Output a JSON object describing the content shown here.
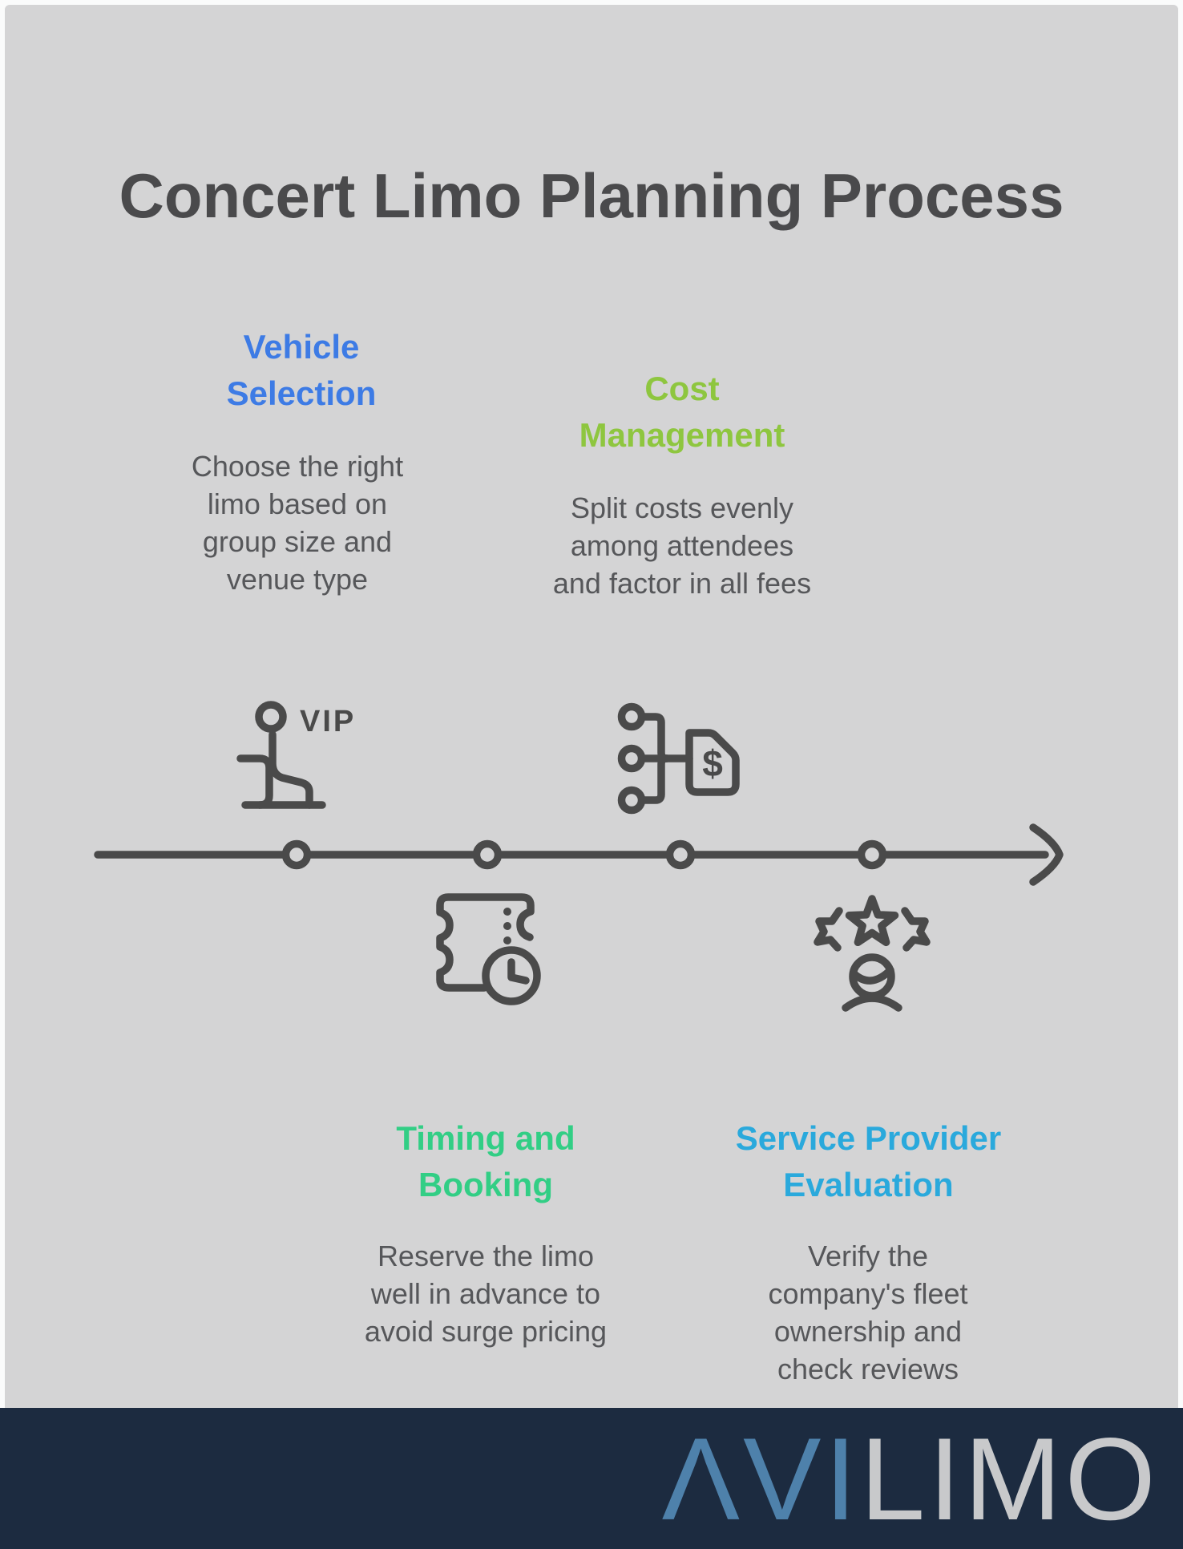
{
  "title": "Concert Limo Planning Process",
  "steps": [
    {
      "name": "vehicle-selection",
      "heading_line1": "Vehicle",
      "heading_line2": "Selection",
      "desc_line1": "Choose the right",
      "desc_line2": "limo based on",
      "desc_line3": "group size and",
      "desc_line4": "venue type",
      "color": "#3D7BE5"
    },
    {
      "name": "cost-management",
      "heading_line1": "Cost",
      "heading_line2": "Management",
      "desc_line1": "Split costs evenly",
      "desc_line2": "among attendees",
      "desc_line3": "and factor in all fees",
      "color": "#8EC63F"
    },
    {
      "name": "timing-and-booking",
      "heading_line1": "Timing and",
      "heading_line2": "Booking",
      "desc_line1": "Reserve the limo",
      "desc_line2": "well in advance to",
      "desc_line3": "avoid surge pricing",
      "color": "#32CE85"
    },
    {
      "name": "service-provider-evaluation",
      "heading_line1": "Service Provider",
      "heading_line2": "Evaluation",
      "desc_line1": "Verify the",
      "desc_line2": "company's fleet",
      "desc_line3": "ownership and",
      "desc_line4": "check reviews",
      "color": "#2AA9DC"
    }
  ],
  "icons": {
    "vip_label": "VIP",
    "dollar_label": "$"
  },
  "footer": {
    "logo_prefix": "ΛVI",
    "logo_suffix": "LIMO"
  },
  "colors": {
    "background": "#D4D4D5",
    "frame": "#FAFBFB",
    "title_text": "#4A4A4C",
    "body_text": "#56575A",
    "icon_stroke": "#4A4A4A",
    "timeline": "#4A4A4A",
    "footer_bg": "#1C2B40",
    "logo_prefix_color": "#4E81AB",
    "logo_suffix_color": "#C8C9CB"
  }
}
